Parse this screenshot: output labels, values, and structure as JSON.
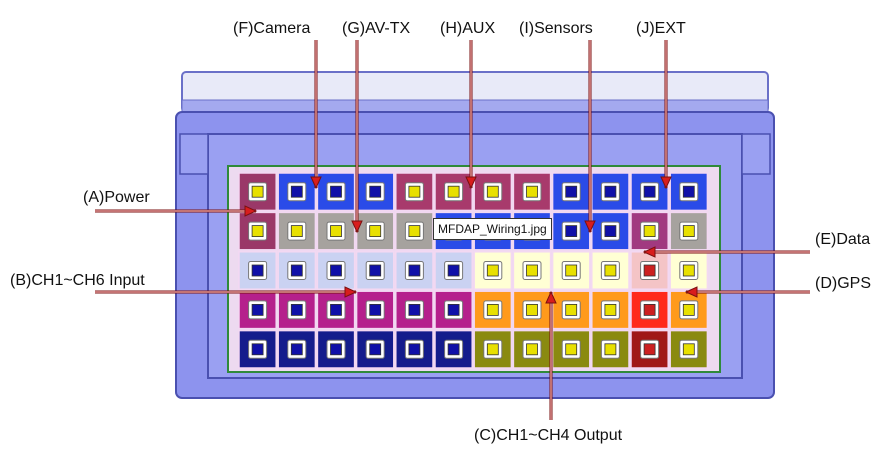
{
  "labels": {
    "camera": "(F)Camera",
    "avtx": "(G)AV-TX",
    "aux": "(H)AUX",
    "sensors": "(I)Sensors",
    "ext": "(J)EXT",
    "power": "(A)Power",
    "ch_input": "(B)CH1~CH6 Input",
    "data": "(E)Data",
    "gps": "(D)GPS",
    "ch_output": "(C)CH1~CH4 Output"
  },
  "tooltip": "MFDAP_Wiring1.jpg",
  "colors": {
    "enclosure": "#8d93ee",
    "enclosure_dark": "#5d63c9",
    "frame": "#eddaf0",
    "arrow": "#d81d1d",
    "pin_yellow": "#e8e000",
    "pin_blue": "#1010a8",
    "pin_red": "#cc2020"
  },
  "pin_grid": {
    "rows": [
      [
        "#9a3868",
        "#2a4be8",
        "#2a4be8",
        "#2a4be8",
        "#a83a6c",
        "#a83a6c",
        "#a83a6c",
        "#a83a6c",
        "#2a4be8",
        "#2a4be8",
        "#2a4be8",
        "#2a4be8"
      ],
      [
        "#9a3868",
        "#a6a29e",
        "#a6a29e",
        "#a6a29e",
        "#a6a29e",
        "#2a4be8",
        "#2a4be8",
        "#2a4be8",
        "#2a4be8",
        "#2a4be8",
        "#a13a80",
        "#a6a29e"
      ],
      [
        "#cad2f2",
        "#cad2f2",
        "#cad2f2",
        "#cad2f2",
        "#cad2f2",
        "#cad2f2",
        "#ffffd4",
        "#ffffd4",
        "#ffffd4",
        "#ffffd4",
        "#f4c4c6",
        "#ffffd4"
      ],
      [
        "#b5208c",
        "#b5208c",
        "#b5208c",
        "#b5208c",
        "#b5208c",
        "#b5208c",
        "#ff9a1c",
        "#ff9a1c",
        "#ff9a1c",
        "#ff9a1c",
        "#ff2a1c",
        "#ff9a1c"
      ],
      [
        "#141c8c",
        "#141c8c",
        "#141c8c",
        "#141c8c",
        "#141c8c",
        "#141c8c",
        "#8a8a10",
        "#8a8a10",
        "#8a8a10",
        "#8a8a10",
        "#a01818",
        "#8a8a10"
      ]
    ],
    "pin_types": [
      [
        "y",
        "b",
        "b",
        "b",
        "y",
        "y",
        "y",
        "y",
        "b",
        "b",
        "b",
        "b"
      ],
      [
        "y",
        "y",
        "y",
        "y",
        "y",
        "b",
        "b",
        "b",
        "b",
        "b",
        "y",
        "y"
      ],
      [
        "b",
        "b",
        "b",
        "b",
        "b",
        "b",
        "y",
        "y",
        "y",
        "y",
        "r",
        "y"
      ],
      [
        "b",
        "b",
        "b",
        "b",
        "b",
        "b",
        "y",
        "y",
        "y",
        "y",
        "r",
        "y"
      ],
      [
        "b",
        "b",
        "b",
        "b",
        "b",
        "b",
        "y",
        "y",
        "y",
        "y",
        "r",
        "y"
      ]
    ]
  }
}
